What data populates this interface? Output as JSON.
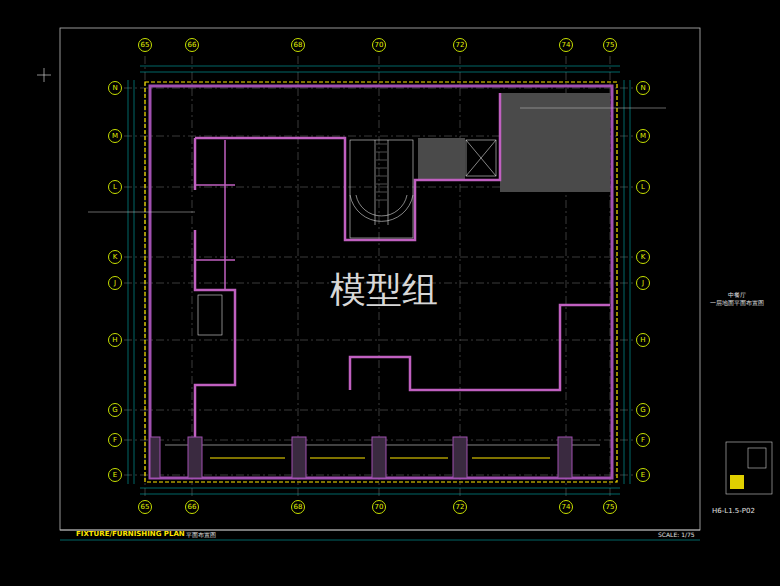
{
  "diagram": {
    "title": "FIXTURE/FURNISHING PLAN",
    "nodes": [
      {
        "text": [
          "65"
        ]
      },
      {
        "text": [
          "66"
        ]
      },
      {
        "text": [
          "68"
        ]
      },
      {
        "text": [
          "70"
        ]
      },
      {
        "text": [
          "72"
        ]
      },
      {
        "text": [
          "74"
        ]
      },
      {
        "text": [
          "75"
        ]
      },
      {
        "text": [
          "65"
        ]
      },
      {
        "text": [
          "66"
        ]
      },
      {
        "text": [
          "68"
        ]
      },
      {
        "text": [
          "70"
        ]
      },
      {
        "text": [
          "72"
        ]
      },
      {
        "text": [
          "74"
        ]
      },
      {
        "text": [
          "75"
        ]
      },
      {
        "text": [
          "N"
        ]
      },
      {
        "text": [
          "M"
        ]
      },
      {
        "text": [
          "L"
        ]
      },
      {
        "text": [
          "K"
        ]
      },
      {
        "text": [
          "J"
        ]
      },
      {
        "text": [
          "H"
        ]
      },
      {
        "text": [
          "G"
        ]
      },
      {
        "text": [
          "F"
        ]
      },
      {
        "text": [
          "E"
        ]
      },
      {
        "text": [
          "N"
        ]
      },
      {
        "text": [
          "M"
        ]
      },
      {
        "text": [
          "L"
        ]
      },
      {
        "text": [
          "K"
        ]
      },
      {
        "text": [
          "J"
        ]
      },
      {
        "text": [
          "H"
        ]
      },
      {
        "text": [
          "G"
        ]
      },
      {
        "text": [
          "F"
        ]
      },
      {
        "text": [
          "E"
        ]
      }
    ],
    "labels": [
      "模型组",
      "平面布置图",
      "SCALE: 1/75",
      "中餐厅",
      "一层地面平面布置图",
      "H6-L1.5-P02"
    ]
  }
}
